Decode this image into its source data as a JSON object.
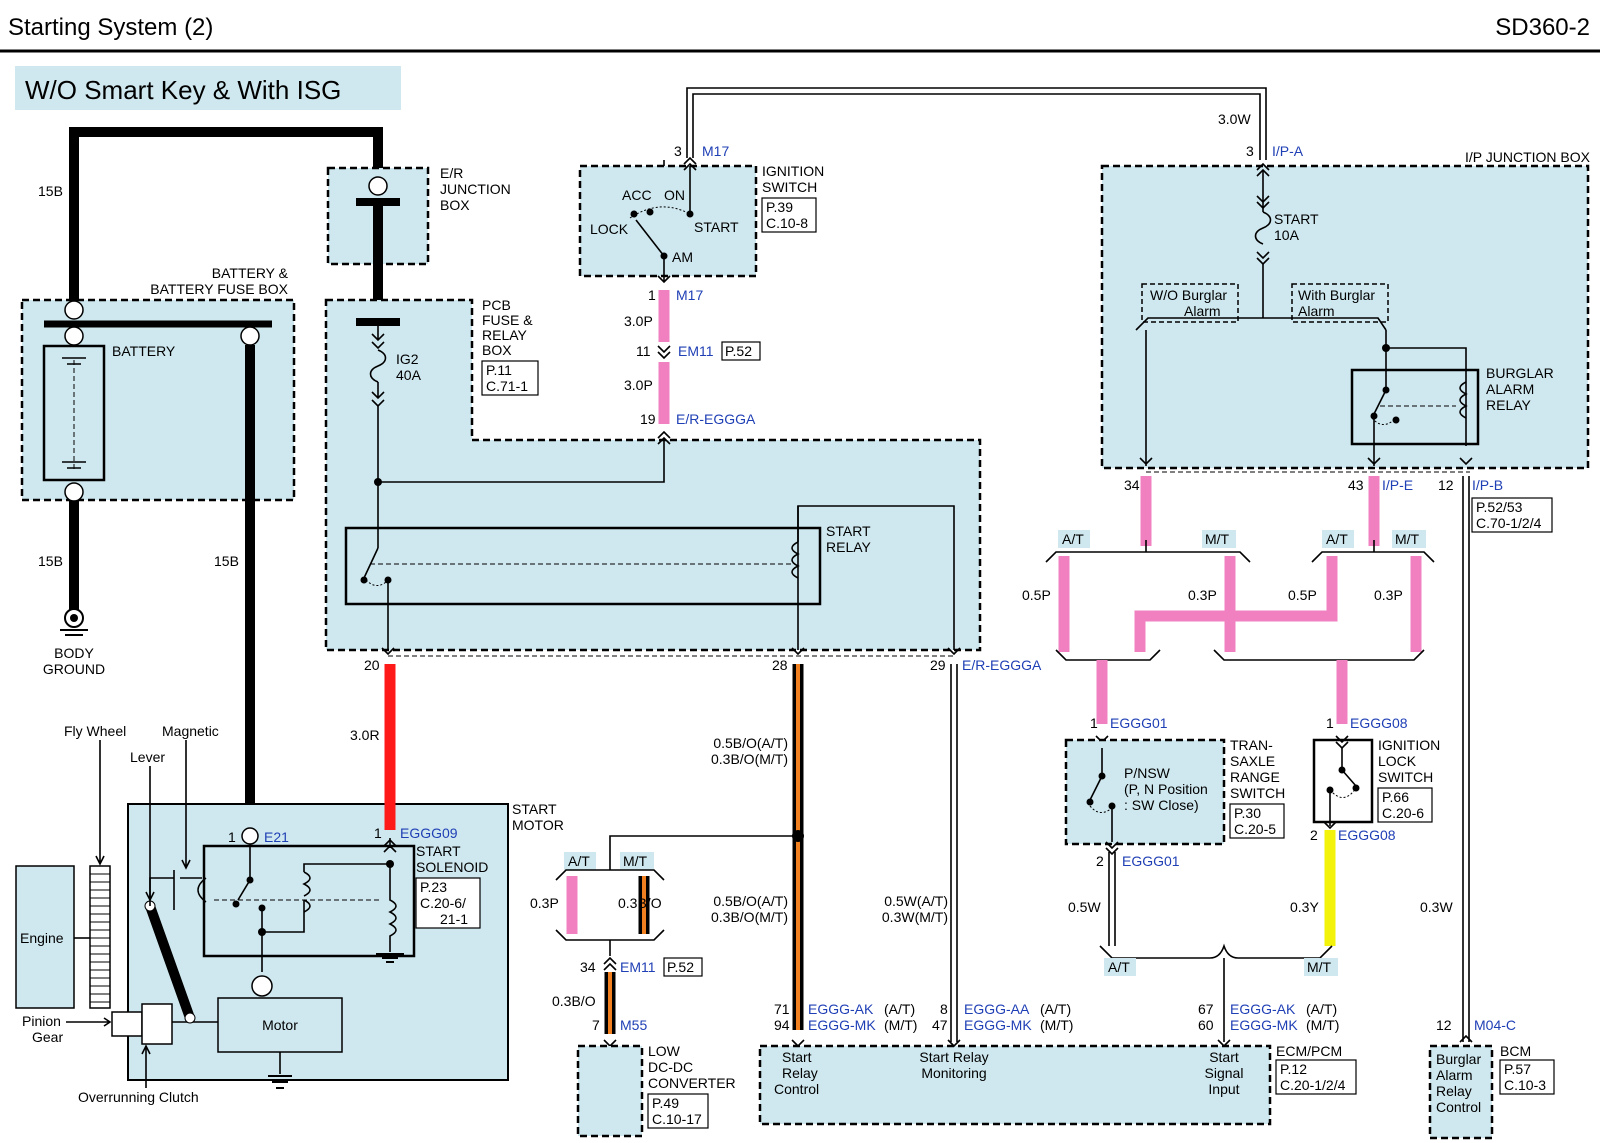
{
  "header": {
    "title": "Starting System (2)",
    "code": "SD360-2"
  },
  "subtitle": "W/O Smart Key & With ISG",
  "components": {
    "battery_box_l1": "BATTERY &",
    "battery_box_l2": "BATTERY FUSE BOX",
    "battery": "BATTERY",
    "body_ground_l1": "BODY",
    "body_ground_l2": "GROUND",
    "er_jb_l1": "E/R",
    "er_jb_l2": "JUNCTION",
    "er_jb_l3": "BOX",
    "pcb_l1": "PCB",
    "pcb_l2": "FUSE &",
    "pcb_l3": "RELAY",
    "pcb_l4": "BOX",
    "pcb_ref1": "P.11",
    "pcb_ref2": "C.71-1",
    "fuse_ig2_l1": "IG2",
    "fuse_ig2_l2": "40A",
    "start_relay_l1": "START",
    "start_relay_l2": "RELAY",
    "ign_sw_l1": "IGNITION",
    "ign_sw_l2": "SWITCH",
    "ign_ref1": "P.39",
    "ign_ref2": "C.10-8",
    "acc": "ACC",
    "on": "ON",
    "lock": "LOCK",
    "start": "START",
    "am": "AM",
    "ipjb": "I/P JUNCTION BOX",
    "fuse_start_l1": "START",
    "fuse_start_l2": "10A",
    "wo_burglar_l1": "W/O Burglar",
    "wo_burglar_l2": "Alarm",
    "with_burglar_l1": "With Burglar",
    "with_burglar_l2": "Alarm",
    "burglar_relay_l1": "BURGLAR",
    "burglar_relay_l2": "ALARM",
    "burglar_relay_l3": "RELAY",
    "ipb_ref1": "P.52/53",
    "ipb_ref2": "C.70-1/2/4",
    "start_motor_l1": "START",
    "start_motor_l2": "MOTOR",
    "solenoid_l1": "START",
    "solenoid_l2": "SOLENOID",
    "sol_ref1": "P.23",
    "sol_ref2": "C.20-6/",
    "sol_ref3": "21-1",
    "fly_wheel": "Fly Wheel",
    "magnetic": "Magnetic",
    "lever": "Lever",
    "engine": "Engine",
    "pinion_l1": "Pinion",
    "pinion_l2": "Gear",
    "motor": "Motor",
    "overrunning": "Overrunning Clutch",
    "ldc_l1": "LOW",
    "ldc_l2": "DC-DC",
    "ldc_l3": "CONVERTER",
    "ldc_ref1": "P.49",
    "ldc_ref2": "C.10-17",
    "tr_l1": "TRAN-",
    "tr_l2": "SAXLE",
    "tr_l3": "RANGE",
    "tr_l4": "SWITCH",
    "tr_ref1": "P.30",
    "tr_ref2": "C.20-5",
    "pnsw_l1": "P/NSW",
    "pnsw_l2": "(P, N Position",
    "pnsw_l3": ": SW Close)",
    "ils_l1": "IGNITION",
    "ils_l2": "LOCK",
    "ils_l3": "SWITCH",
    "ils_ref1": "P.66",
    "ils_ref2": "C.20-6",
    "ecm": "ECM/PCM",
    "ecm_ref1": "P.12",
    "ecm_ref2": "C.20-1/2/4",
    "ecm_src_l1": "Start",
    "ecm_src_l2": "Relay",
    "ecm_src_l3": "Control",
    "ecm_srm_l1": "Start Relay",
    "ecm_srm_l2": "Monitoring",
    "ecm_ssi_l1": "Start",
    "ecm_ssi_l2": "Signal",
    "ecm_ssi_l3": "Input",
    "bcm": "BCM",
    "bcm_ref1": "P.57",
    "bcm_ref2": "C.10-3",
    "bcm_l1": "Burglar",
    "bcm_l2": "Alarm",
    "bcm_l3": "Relay",
    "bcm_l4": "Control"
  },
  "wires": {
    "w15b_a": "15B",
    "w15b_b": "15B",
    "w15b_c": "15B",
    "w3r": "3.0R",
    "w3p_a": "3.0P",
    "w3p_b": "3.0P",
    "w3w": "3.0W",
    "wbo_a1": "0.5B/O(A/T)",
    "wbo_a2": "0.3B/O(M/T)",
    "wbo_b1": "0.5B/O(A/T)",
    "wbo_b2": "0.3B/O(M/T)",
    "ww_1": "0.5W(A/T)",
    "ww_2": "0.3W(M/T)",
    "w03p_ldc": "0.3P",
    "w03bo_ldc": "0.3B/O",
    "w03bo_b": "0.3B/O",
    "w05p_a": "0.5P",
    "w03p_a": "0.3P",
    "w05p_b": "0.5P",
    "w03p_b": "0.3P",
    "w05w": "0.5W",
    "w03y": "0.3Y",
    "w03w": "0.3W"
  },
  "connectors": {
    "m17_pin_top": "3",
    "m17_top": "M17",
    "m17_pin_bot": "1",
    "m17_bot": "M17",
    "em11_pin": "11",
    "em11": "EM11",
    "em11_ref": "P.52",
    "er_pin19": "19",
    "er_eggga_19": "E/R-EGGGA",
    "ipa_pin": "3",
    "ipa": "I/P-A",
    "pin34": "34",
    "pin43": "43",
    "ipe": "I/P-E",
    "pin12": "12",
    "ipb": "I/P-B",
    "pin20": "20",
    "pin28": "28",
    "pin29": "29",
    "er_eggga_29": "E/R-EGGGA",
    "e21_pin": "1",
    "e21": "E21",
    "eggg09_pin": "1",
    "eggg09": "EGGG09",
    "em11b_pin": "34",
    "em11b": "EM11",
    "em11b_ref": "P.52",
    "m55_pin": "7",
    "m55": "M55",
    "ecm_71": "71",
    "ecm_94": "94",
    "ecm_ak1": "EGGG-AK",
    "ecm_at1": "(A/T)",
    "ecm_mk1": "EGGG-MK",
    "ecm_mt1": "(M/T)",
    "ecm_8": "8",
    "ecm_47": "47",
    "ecm_aa": "EGGG-AA",
    "ecm_at2": "(A/T)",
    "ecm_mk2": "EGGG-MK",
    "ecm_mt2": "(M/T)",
    "ecm_67": "67",
    "ecm_60": "60",
    "ecm_ak3": "EGGG-AK",
    "ecm_at3": "(A/T)",
    "ecm_mk3": "EGGG-MK",
    "ecm_mt3": "(M/T)",
    "eggg01_pin1": "1",
    "eggg01_a": "EGGG01",
    "eggg01_pin2": "2",
    "eggg01_b": "EGGG01",
    "eggg08_pin1": "1",
    "eggg08_a": "EGGG08",
    "eggg08_pin2": "2",
    "eggg08_b": "EGGG08",
    "m04c_pin": "12",
    "m04c": "M04-C"
  },
  "tags": {
    "at_1": "A/T",
    "mt_1": "M/T",
    "at_2": "A/T",
    "mt_2": "M/T",
    "at_3": "A/T",
    "mt_3": "M/T",
    "at_4": "A/T",
    "mt_4": "M/T"
  }
}
